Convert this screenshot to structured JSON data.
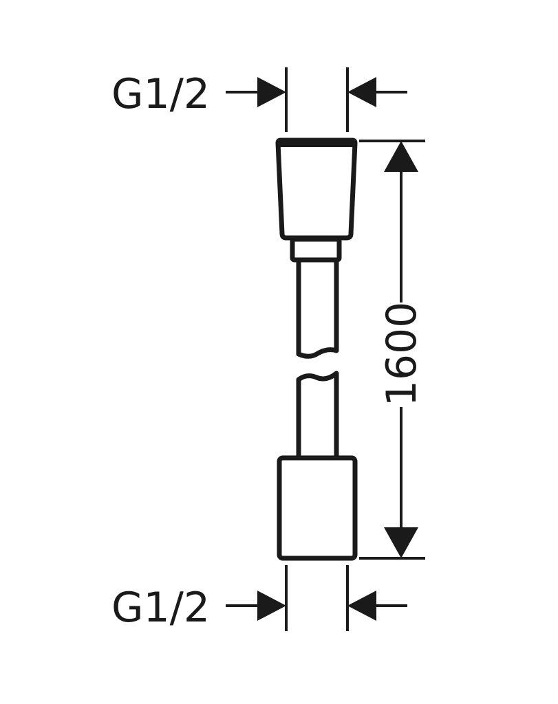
{
  "diagram": {
    "top_thread_label": "G1/2",
    "bottom_thread_label": "G1/2",
    "length_label": "1600",
    "stroke_color": "#1a1a1a"
  }
}
